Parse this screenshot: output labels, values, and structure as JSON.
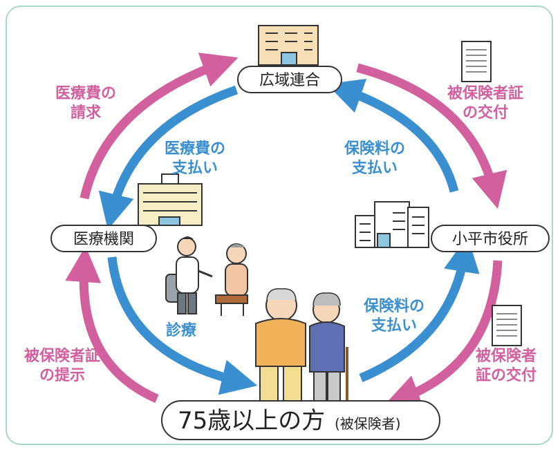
{
  "colors": {
    "pink": "#d2609e",
    "blue": "#3a8fd0",
    "border": "#a8d8c8"
  },
  "nodes": {
    "union": "広域連合",
    "hospital": "医療機関",
    "city_office": "小平市役所",
    "insured_main": "75歳以上の方",
    "insured_sub": "(被保険者)"
  },
  "labels": {
    "claim_l1": "医療費の",
    "claim_l2": "請求",
    "payment_l1": "医療費の",
    "payment_l2": "支払い",
    "issue_top_l1": "被保険者証",
    "issue_top_l2": "の交付",
    "premium_top_l1": "保険料の",
    "premium_top_l2": "支払い",
    "treatment": "診療",
    "premium_bottom_l1": "保険料の",
    "premium_bottom_l2": "支払い",
    "present_l1": "被保険者証",
    "present_l2": "の提示",
    "issue_bottom_l1": "被保険者",
    "issue_bottom_l2": "証の交付"
  },
  "icons": [
    "office-building-icon",
    "document-icon",
    "hospital-building-icon",
    "city-hall-icon",
    "doctor-patient-icon",
    "elderly-couple-icon"
  ]
}
